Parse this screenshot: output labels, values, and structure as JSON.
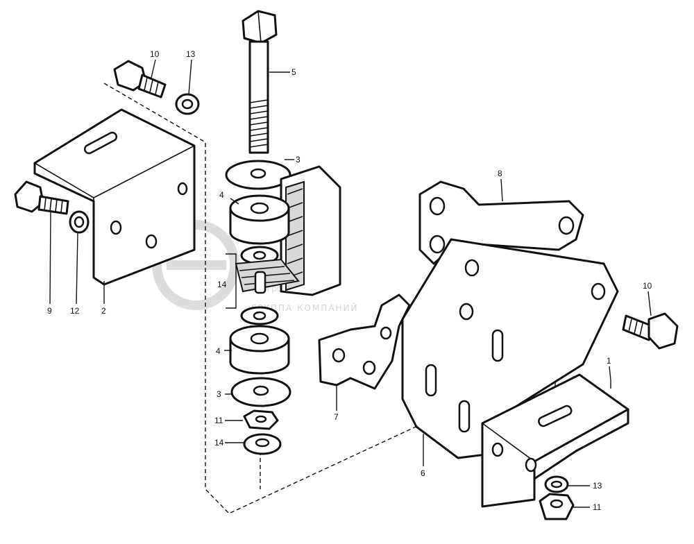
{
  "watermark": {
    "brand": "белагро",
    "tagline": "ГРУППА КОМПАНИЙ"
  },
  "callouts": [
    {
      "id": "c-10-top",
      "text": "10"
    },
    {
      "id": "c-13-top",
      "text": "13"
    },
    {
      "id": "c-5",
      "text": "5"
    },
    {
      "id": "c-3-top",
      "text": "3"
    },
    {
      "id": "c-4-top",
      "text": "4"
    },
    {
      "id": "c-8",
      "text": "8"
    },
    {
      "id": "c-14-mid",
      "text": "14"
    },
    {
      "id": "c-9",
      "text": "9"
    },
    {
      "id": "c-12",
      "text": "12"
    },
    {
      "id": "c-2",
      "text": "2"
    },
    {
      "id": "c-4-bot",
      "text": "4"
    },
    {
      "id": "c-3-bot",
      "text": "3"
    },
    {
      "id": "c-11-left",
      "text": "11"
    },
    {
      "id": "c-14-bot",
      "text": "14"
    },
    {
      "id": "c-7",
      "text": "7"
    },
    {
      "id": "c-6",
      "text": "6"
    },
    {
      "id": "c-10-right",
      "text": "10"
    },
    {
      "id": "c-1",
      "text": "1"
    },
    {
      "id": "c-13-right",
      "text": "13"
    },
    {
      "id": "c-11-right",
      "text": "11"
    }
  ]
}
